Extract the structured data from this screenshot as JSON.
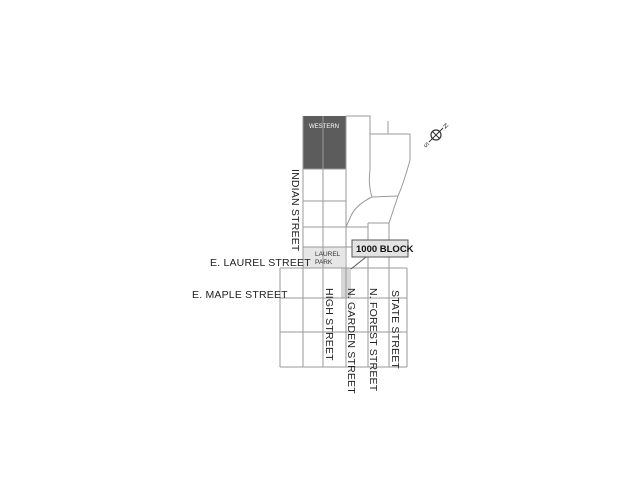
{
  "map": {
    "labels": {
      "western": "WESTERN",
      "laurel_park": [
        "LAUREL",
        "PARK"
      ],
      "indian_street": "INDIAN STREET",
      "e_laurel_street": "E. LAUREL STREET",
      "e_maple_street": "E. MAPLE STREET",
      "high_street": "HIGH STREET",
      "n_garden_street": "N. GARDEN STREET",
      "n_forest_street": "N. FOREST STREET",
      "state_street": "STATE STREET",
      "callout": "1000 BLOCK"
    },
    "compass": {
      "icon": "compass-icon",
      "letters": [
        "N",
        "S"
      ]
    },
    "colors": {
      "street": "#9a9a9a",
      "western_block": "#5c5c5c",
      "park": "#e6e6e6",
      "highlight_block": "#d6d6d6",
      "callout_fill": "#e3e3e3"
    }
  }
}
